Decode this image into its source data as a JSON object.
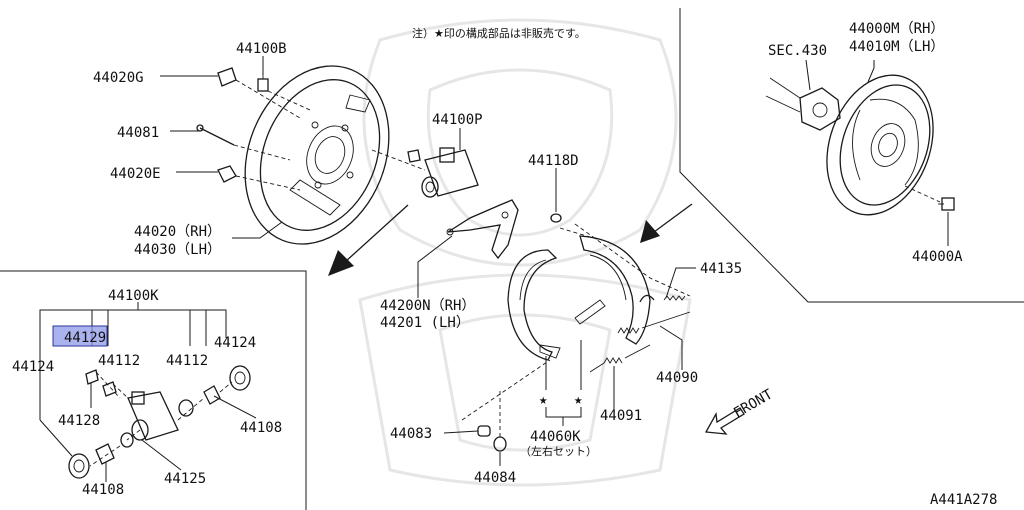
{
  "note": "注）★印の構成部品は非販売です。",
  "diagram_id": "A441A278",
  "front_label": "FRONT",
  "star": "★",
  "labels": {
    "p44100B": "44100B",
    "p44020G": "44020G",
    "p44081": "44081",
    "p44020E": "44020E",
    "p44020": "44020（RH）",
    "p44030": "44030（LH）",
    "p44100P": "44100P",
    "p44118D": "44118D",
    "p44200N": "44200N（RH）",
    "p44201": "44201  (LH）",
    "p44135": "44135",
    "p44090": "44090",
    "p44091": "44091",
    "p44083": "44083",
    "p44084": "44084",
    "p44060K": "44060K",
    "p44060K_sub": "（左右セット）",
    "sec430": "SEC.430",
    "p44000M": "44000M（RH）",
    "p44010M": "44010M（LH）",
    "p44000A": "44000A",
    "p44100K": "44100K",
    "p44129": "44129",
    "p44124_left": "44124",
    "p44124_right": "44124",
    "p44112_a": "44112",
    "p44112_b": "44112",
    "p44128": "44128",
    "p44108_right": "44108",
    "p44108_bottom": "44108",
    "p44125": "44125"
  }
}
